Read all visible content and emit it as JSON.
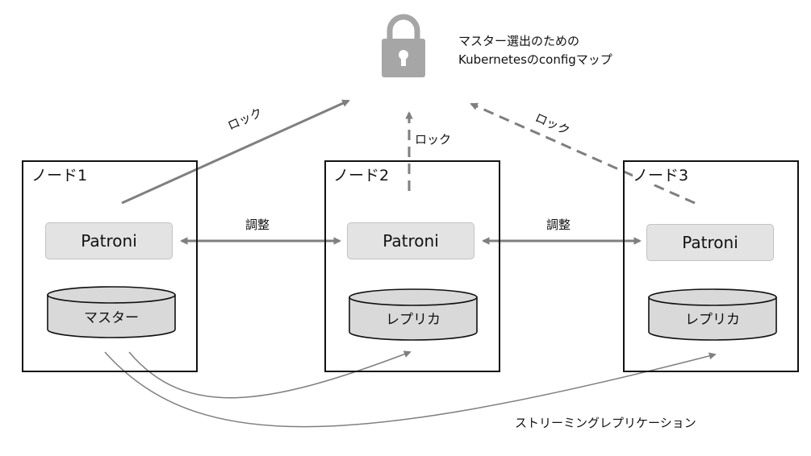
{
  "configmap": {
    "line1": "マスター選出のための",
    "line2": "Kubernetesのconfigマップ"
  },
  "icons": {
    "lock": "lock-icon"
  },
  "nodes": [
    {
      "title": "ノード1",
      "agent": "Patroni",
      "db": "マスター"
    },
    {
      "title": "ノード2",
      "agent": "Patroni",
      "db": "レプリカ"
    },
    {
      "title": "ノード3",
      "agent": "Patroni",
      "db": "レプリカ"
    }
  ],
  "labels": {
    "lock_node1": "ロック",
    "lock_node2": "ロック",
    "lock_node3": "ロック",
    "coordinate_1_2": "調整",
    "coordinate_2_3": "調整",
    "streaming": "ストリーミングレプリケーション"
  },
  "colors": {
    "arrow": "#7f7f7f",
    "patroni_fill": "#e3e3e3",
    "db_fill": "#d9d9d9",
    "lock_fill": "#a6a6a6"
  }
}
